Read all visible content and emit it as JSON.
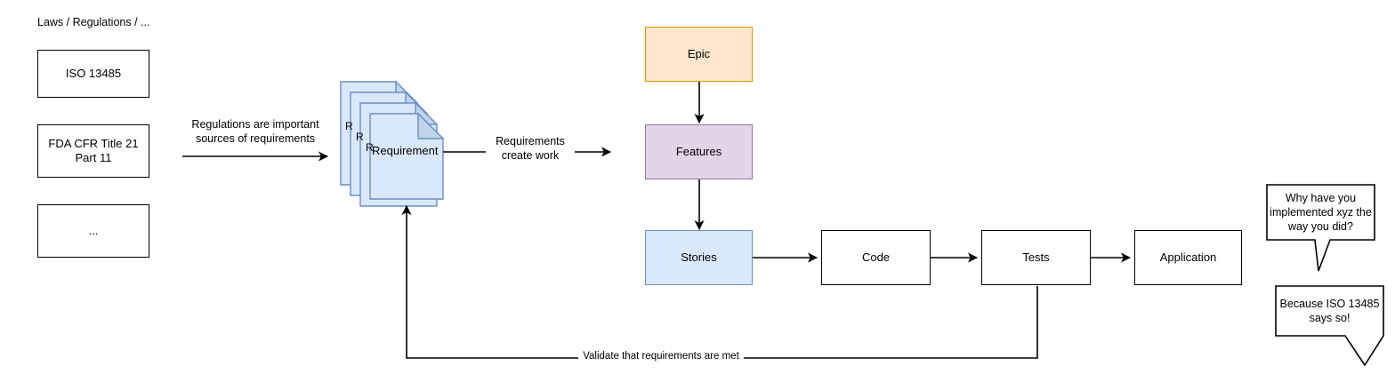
{
  "diagram": {
    "title_left": "Laws / Regulations / ...",
    "sources": [
      {
        "id": "iso",
        "label": "ISO 13485"
      },
      {
        "id": "fda",
        "label": "FDA CFR Title 21\nPart 11"
      },
      {
        "id": "more",
        "label": "..."
      }
    ],
    "requirement_stack": {
      "front_label": "Requirement",
      "back_labels": [
        "R",
        "R",
        "R"
      ],
      "card_count": 4
    },
    "edge_labels": {
      "regulations_to_requirements": "Regulations are important\nsources of requirements",
      "requirements_to_work": "Requirements\ncreate work",
      "validate_feedback": "Validate that requirements are met"
    },
    "work_items": [
      {
        "id": "epic",
        "label": "Epic"
      },
      {
        "id": "features",
        "label": "Features"
      },
      {
        "id": "stories",
        "label": "Stories"
      }
    ],
    "pipeline": [
      {
        "id": "code",
        "label": "Code"
      },
      {
        "id": "tests",
        "label": "Tests"
      },
      {
        "id": "application",
        "label": "Application"
      }
    ],
    "speech_bubbles": [
      {
        "id": "question",
        "label": "Why have you\nimplemented xyz the\nway you did?"
      },
      {
        "id": "answer",
        "label": "Because ISO 13485\nsays so!"
      }
    ],
    "colors": {
      "epic_fill": "#ffe6cc",
      "epic_stroke": "#d79b00",
      "features_fill": "#e1d5e7",
      "features_stroke": "#9673a6",
      "stories_fill": "#dae8fc",
      "stories_stroke": "#6c8ebf",
      "document_fill": "#dae8fc",
      "document_stroke": "#6c8ebf",
      "document_fold_fill": "#c2d4ec",
      "line": "#000000",
      "box_fill": "#ffffff",
      "box_stroke": "#000000"
    }
  }
}
